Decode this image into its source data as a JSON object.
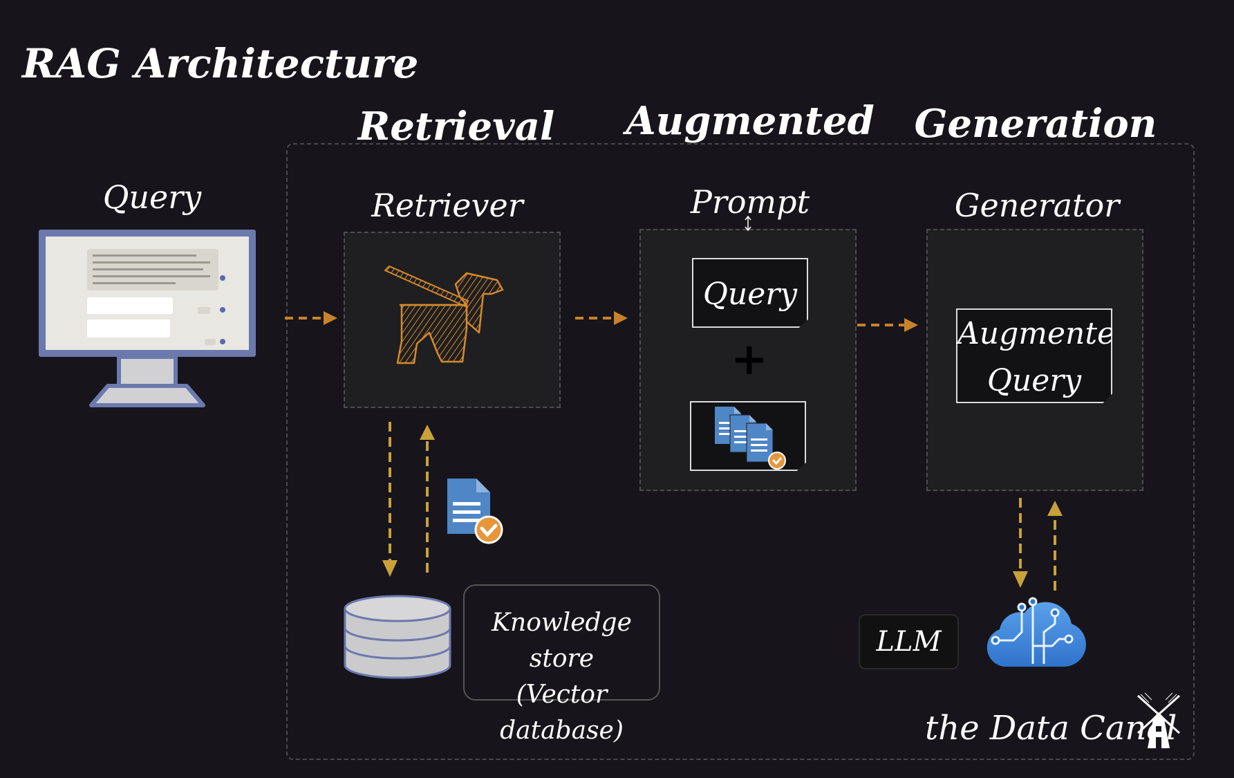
{
  "title": "RAG Architecture",
  "stages": {
    "retrieval": "Retrieval",
    "augmented": "Augmented",
    "generation": "Generation"
  },
  "labels": {
    "query": "Query",
    "retriever": "Retriever",
    "prompt": "Prompt",
    "generator": "Generator"
  },
  "prompt": {
    "query_card": "Query",
    "plus": "+"
  },
  "generator": {
    "augmented_line1": "Augmented",
    "augmented_line2": "Query"
  },
  "knowledge_store": {
    "line1": "Knowledge store",
    "line2": "(Vector database)"
  },
  "llm": "LLM",
  "brand": "the Data Canal",
  "colors": {
    "arrow_orange": "#c8832a",
    "arrow_gold": "#c9a13a",
    "doc_blue": "#4f86c6",
    "check_orange": "#e8963a",
    "monitor_frame": "#6b79ad"
  },
  "icons": [
    "monitor-icon",
    "retriever-dog-icon",
    "documents-icon",
    "document-check-icon",
    "database-icon",
    "cloud-circuit-icon",
    "windmill-icon"
  ]
}
